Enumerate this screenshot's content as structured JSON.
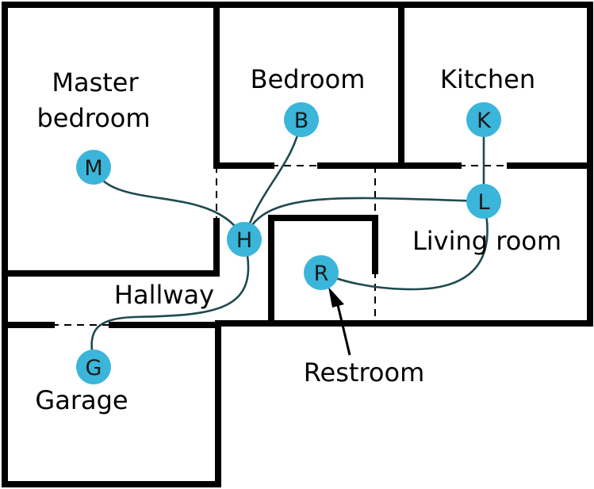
{
  "colors": {
    "node_fill": "#3bb5d9",
    "edge": "#1f4a4f",
    "wall": "#000000",
    "background": "#ffffff"
  },
  "rooms": {
    "master_line1": "Master",
    "master_line2": "bedroom",
    "bedroom": "Bedroom",
    "kitchen": "Kitchen",
    "living_room": "Living room",
    "hallway": "Hallway",
    "garage": "Garage",
    "restroom": "Restroom"
  },
  "nodes": {
    "M": "M",
    "B": "B",
    "K": "K",
    "L": "L",
    "H": "H",
    "R": "R",
    "G": "G"
  }
}
